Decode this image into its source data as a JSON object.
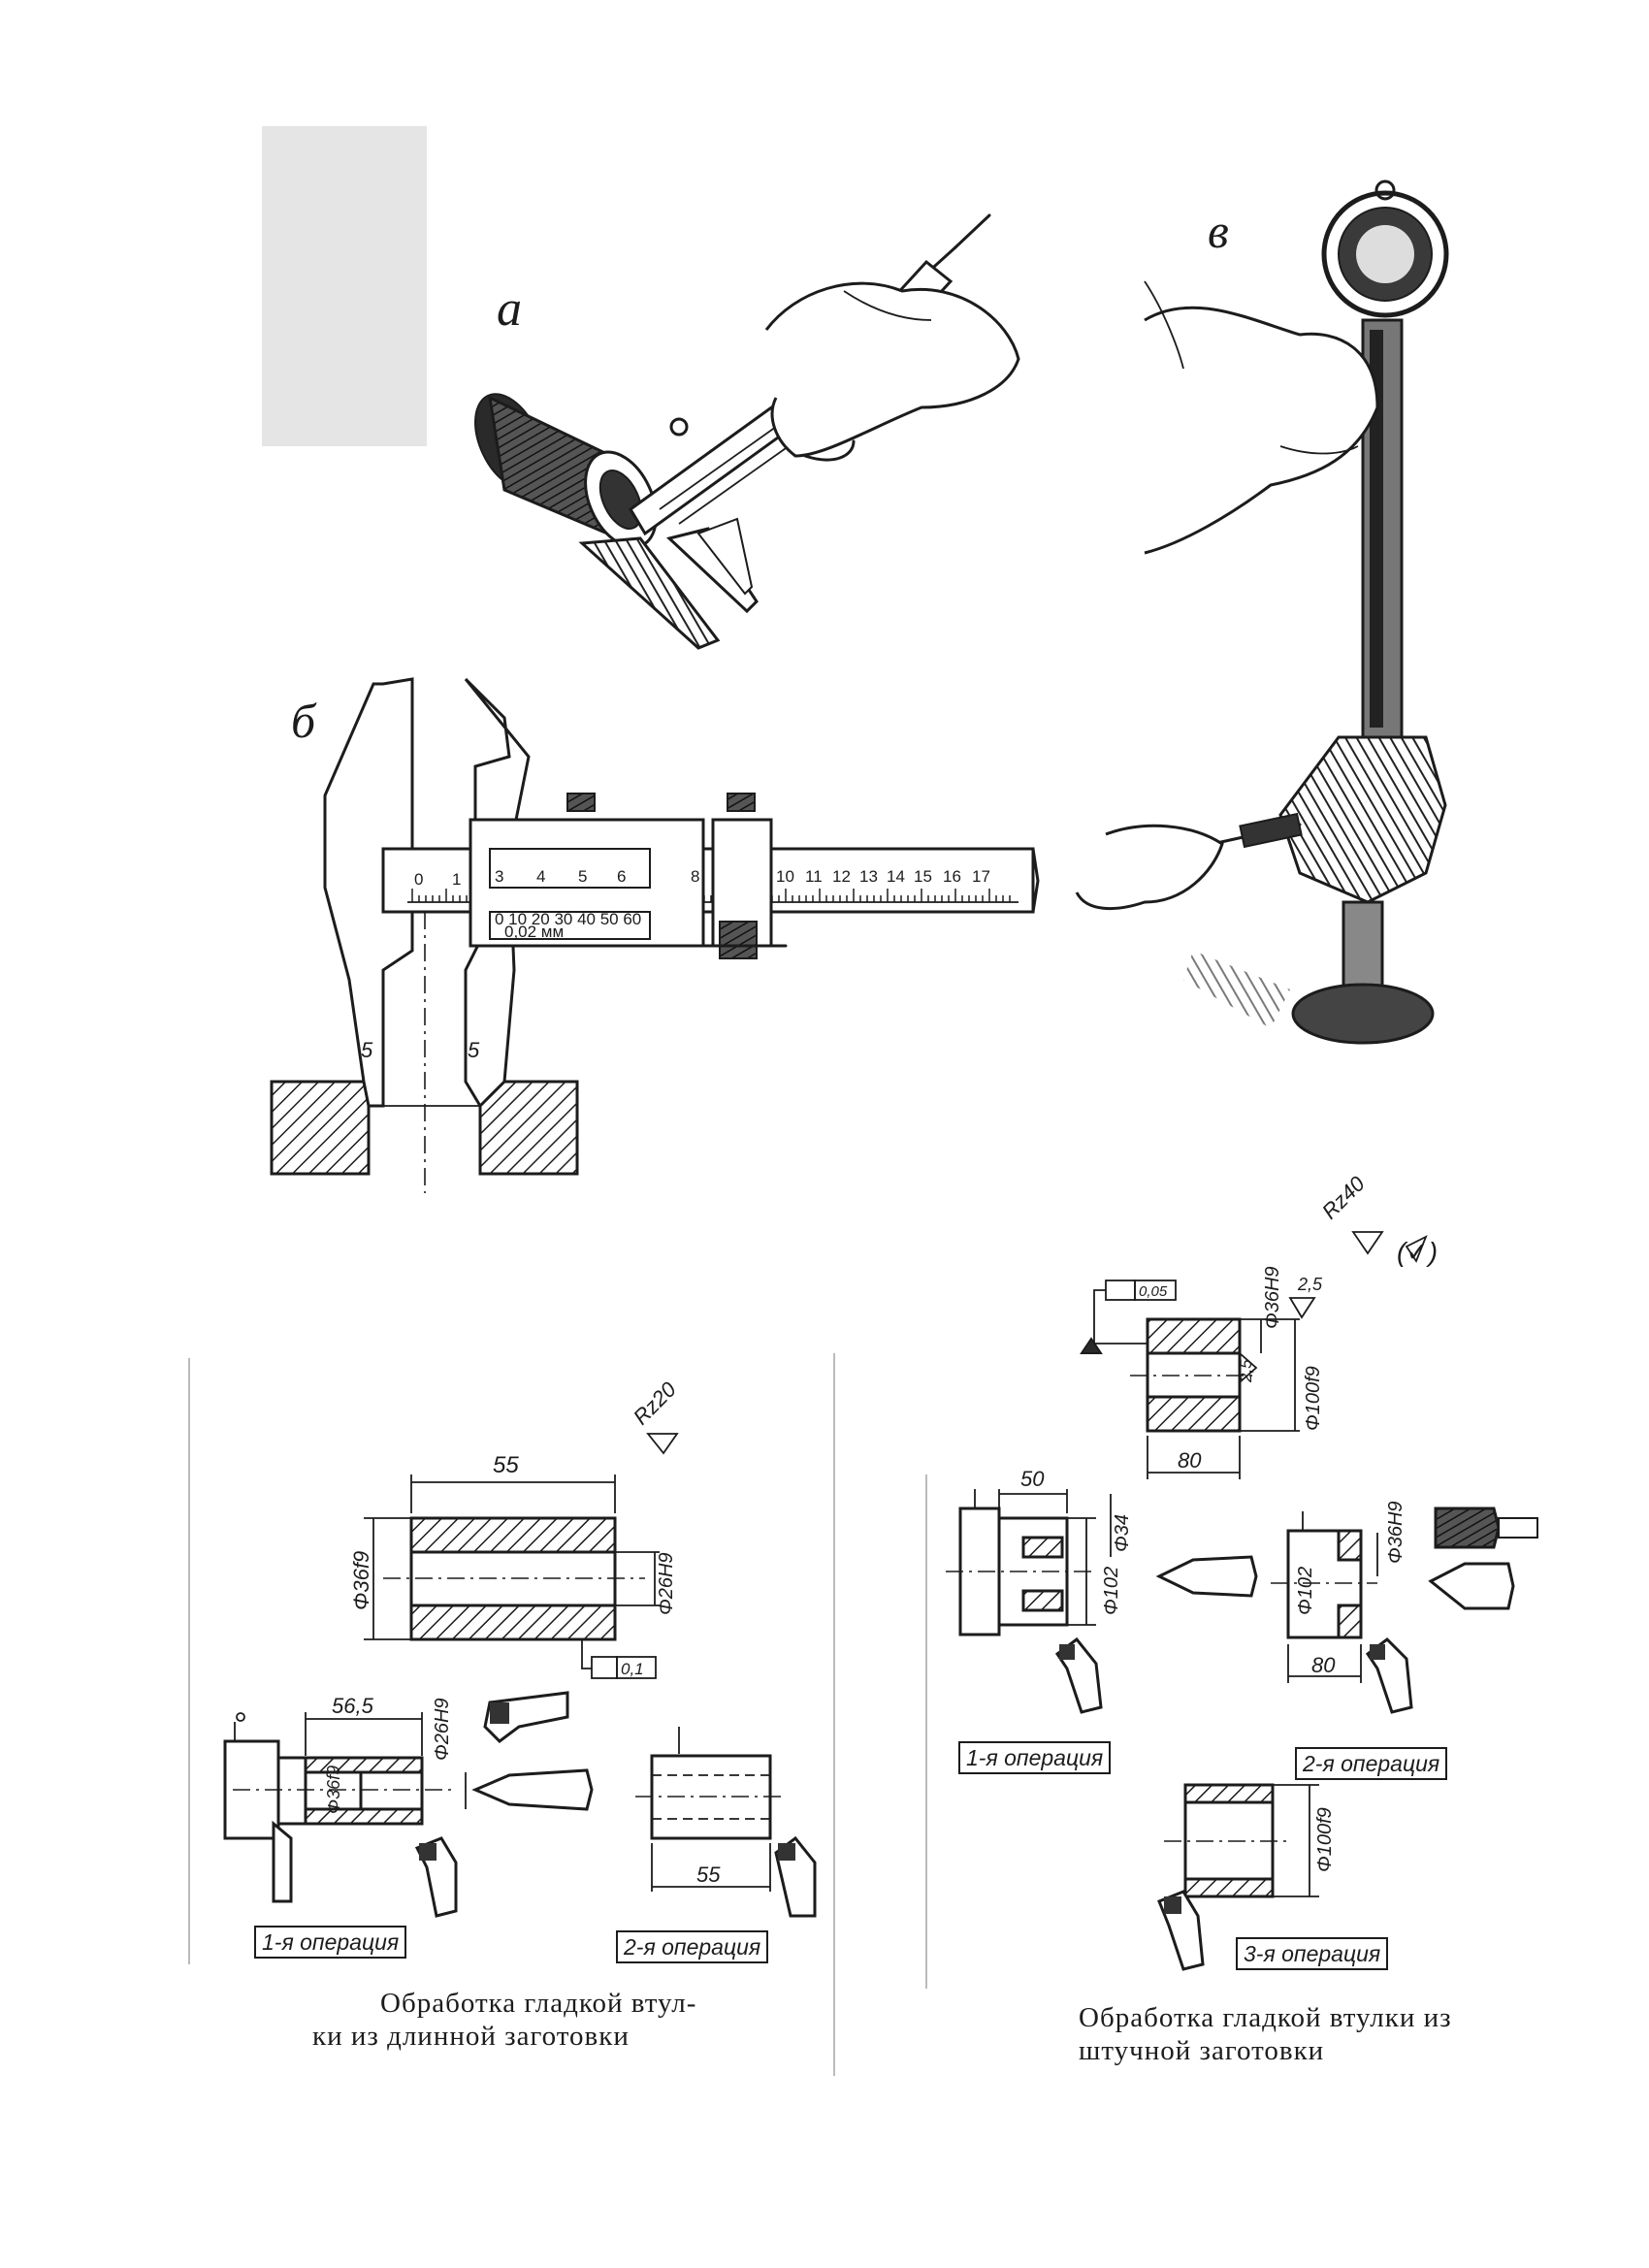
{
  "figure_labels": {
    "a": "а",
    "b": "б",
    "v": "в"
  },
  "caliper": {
    "main_scale_numbers": [
      "0",
      "1",
      "3",
      "4",
      "5",
      "6",
      "8",
      "10",
      "11",
      "12",
      "13",
      "14",
      "15",
      "16",
      "17"
    ],
    "vernier_text": "0 10 20 30 40 50 60",
    "vernier_unit": "0,02 мм",
    "jaw_marks": [
      "5",
      "5"
    ]
  },
  "left_drawing": {
    "roughness": "Rz20",
    "length": "55",
    "outer_diameter": "Φ36f9",
    "inner_diameter": "Φ26H9",
    "runout": "0,1",
    "op1_length": "56,5",
    "op1_inner_diameter": "Φ26H9",
    "op1_outer_diameter": "Φ36f9",
    "op2_length": "55",
    "op1_label": "1-я операция",
    "op2_label": "2-я операция",
    "caption_line1": "Обработка гладкой втул-",
    "caption_line2": "ки из длинной заготовки"
  },
  "right_drawing": {
    "roughness": "Rz40",
    "roughness_alt": "(✓)",
    "runout": "0,05",
    "inner_diameter": "Φ36H9",
    "outer_diameter": "Φ100f9",
    "roughness_side": "2,5",
    "roughness_inner": "2,5",
    "length": "80",
    "op1_length": "50",
    "op1_bore": "Φ34",
    "op1_diameter": "Φ102",
    "op2_inner_diameter": "Φ36H9",
    "op2_diameter": "Φ102",
    "op2_length": "80",
    "op3_diameter": "Φ100f9",
    "op1_label": "1-я операция",
    "op2_label": "2-я операция",
    "op3_label": "3-я операция",
    "caption_line1": "Обработка гладкой втулки из",
    "caption_line2": "штучной заготовки"
  }
}
